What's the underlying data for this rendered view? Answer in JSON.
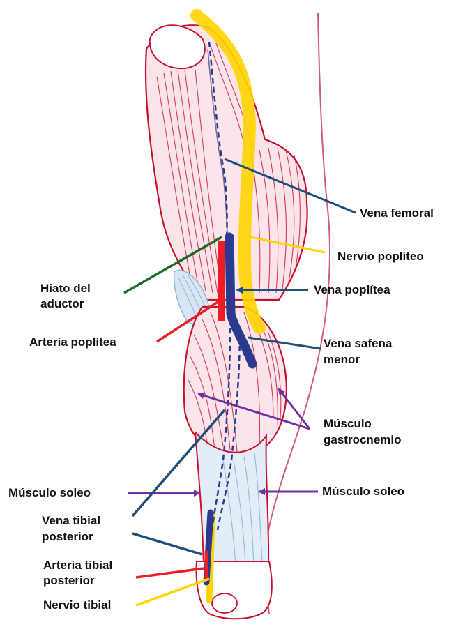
{
  "labels": {
    "vena_femoral": "Vena femoral",
    "nervio_popliteo": "Nervio poplíteo",
    "hiato_line1": "Hiato del",
    "hiato_line2": "aductor",
    "vena_poplitea": "Vena poplítea",
    "arteria_poplitea": "Arteria poplítea",
    "vena_safena_line1": "Vena safena",
    "vena_safena_line2": "menor",
    "gastro_line1": "Músculo",
    "gastro_line2": "gastrocnemio",
    "soleo_left": "Músculo soleo",
    "soleo_right": "Músculo soleo",
    "tibial_vena_line1": "Vena tibial",
    "tibial_vena_line2": "posterior",
    "tibial_arteria_line1": "Arteria tibial",
    "tibial_arteria_line2": "posterior",
    "nervio_tibial": "Nervio tibial"
  },
  "colors": {
    "vein": "#2b3990",
    "artery": "#ee1c25",
    "nerve": "#ffd400",
    "muscle": "#c8102e",
    "tendon": "#a9c5e3",
    "leader_green": "#1e6b2b",
    "leader_blue": "#1f4e79",
    "leader_purple": "#7030a0",
    "leader_red": "#ee1c25",
    "leader_yellow": "#ffd400"
  }
}
